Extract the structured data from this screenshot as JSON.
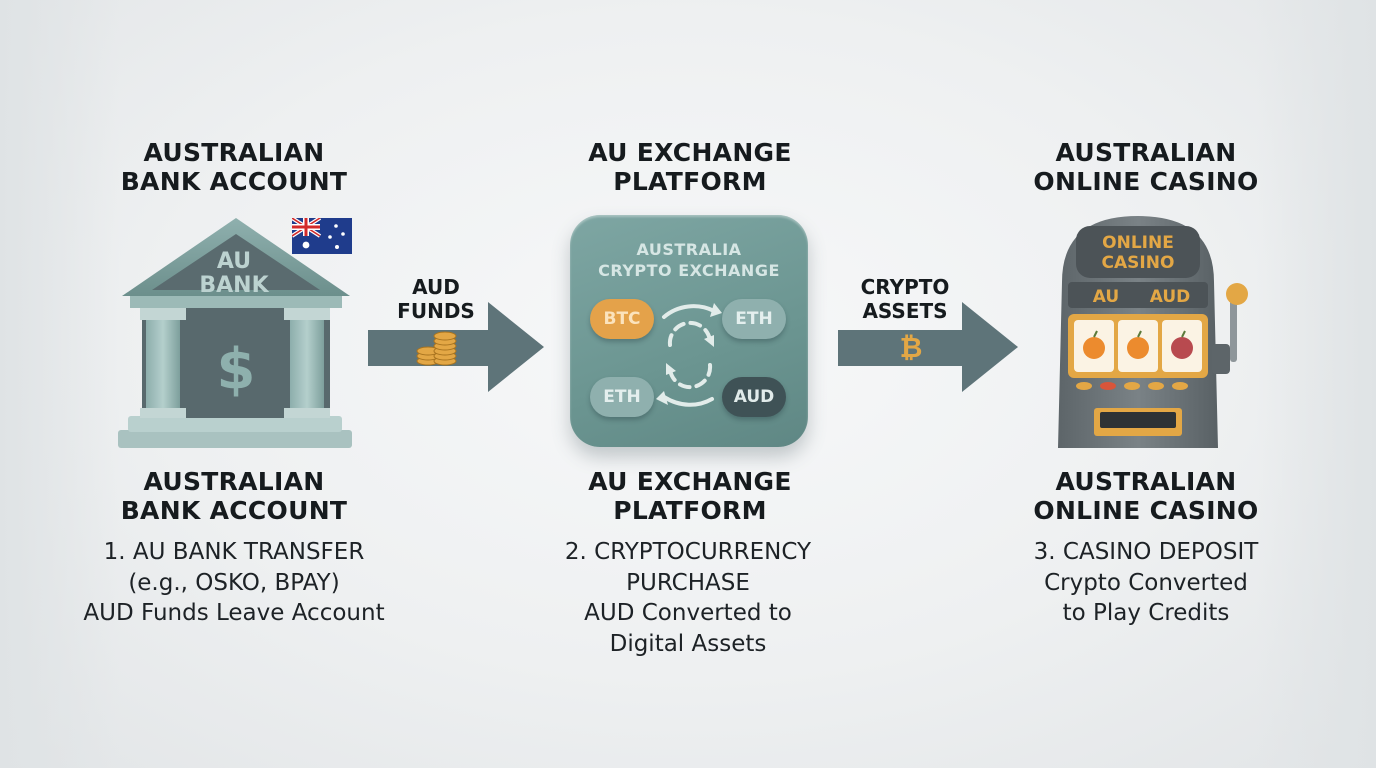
{
  "stages": [
    {
      "heading": [
        "AUSTRALIAN",
        "BANK ACCOUNT"
      ],
      "subheading": [
        "AUSTRALIAN",
        "BANK ACCOUNT"
      ],
      "caption": [
        "1. AU BANK TRANSFER",
        "(e.g., OSKO, BPAY)",
        "AUD Funds Leave Account"
      ],
      "icon": "bank-building-icon",
      "icon_text": [
        "AU",
        "BANK"
      ],
      "symbol": "$"
    },
    {
      "heading": [
        "AU EXCHANGE",
        "PLATFORM"
      ],
      "subheading": [
        "AU EXCHANGE",
        "PLATFORM"
      ],
      "caption": [
        "2. CRYPTOCURRENCY",
        "PURCHASE",
        "AUD Converted to",
        "Digital Assets"
      ],
      "icon": "crypto-exchange-icon",
      "icon_text": [
        "AUSTRALIA",
        "CRYPTO EXCHANGE"
      ],
      "coins": [
        "BTC",
        "ETH",
        "ETH",
        "AUD"
      ]
    },
    {
      "heading": [
        "AUSTRALIAN",
        "ONLINE CASINO"
      ],
      "subheading": [
        "AUSTRALIAN",
        "ONLINE CASINO"
      ],
      "caption": [
        "3. CASINO DEPOSIT",
        "Crypto Converted",
        "to Play Credits"
      ],
      "icon": "slot-machine-icon",
      "icon_text": [
        "ONLINE",
        "CASINO"
      ],
      "display": [
        "AU",
        "AUD"
      ]
    }
  ],
  "arrows": [
    {
      "label": [
        "AUD",
        "FUNDS"
      ],
      "icon": "coin-stack-icon"
    },
    {
      "label": [
        "CRYPTO",
        "ASSETS"
      ],
      "icon": "bitcoin-icon",
      "symbol": "₿"
    }
  ],
  "colors": {
    "teal": "#6b9591",
    "slate": "#5b6e72",
    "arrow": "#5e7479",
    "gold": "#e3a745",
    "casino_body": "#6f777b"
  }
}
